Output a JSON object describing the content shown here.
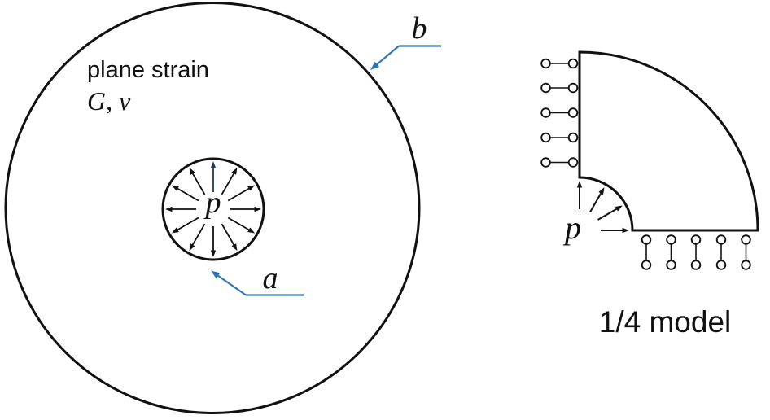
{
  "colors": {
    "ink": "#111111",
    "leader_blue": "#2e75b6",
    "navy_arrow": "#1f3a63",
    "background": "#ffffff"
  },
  "left_figure": {
    "condition_label": "plane strain",
    "material_label": "G, ν",
    "pressure_symbol": "p",
    "inner_radius_symbol": "a",
    "outer_radius_symbol": "b"
  },
  "right_figure": {
    "pressure_symbol": "p",
    "caption": "1/4 model"
  }
}
